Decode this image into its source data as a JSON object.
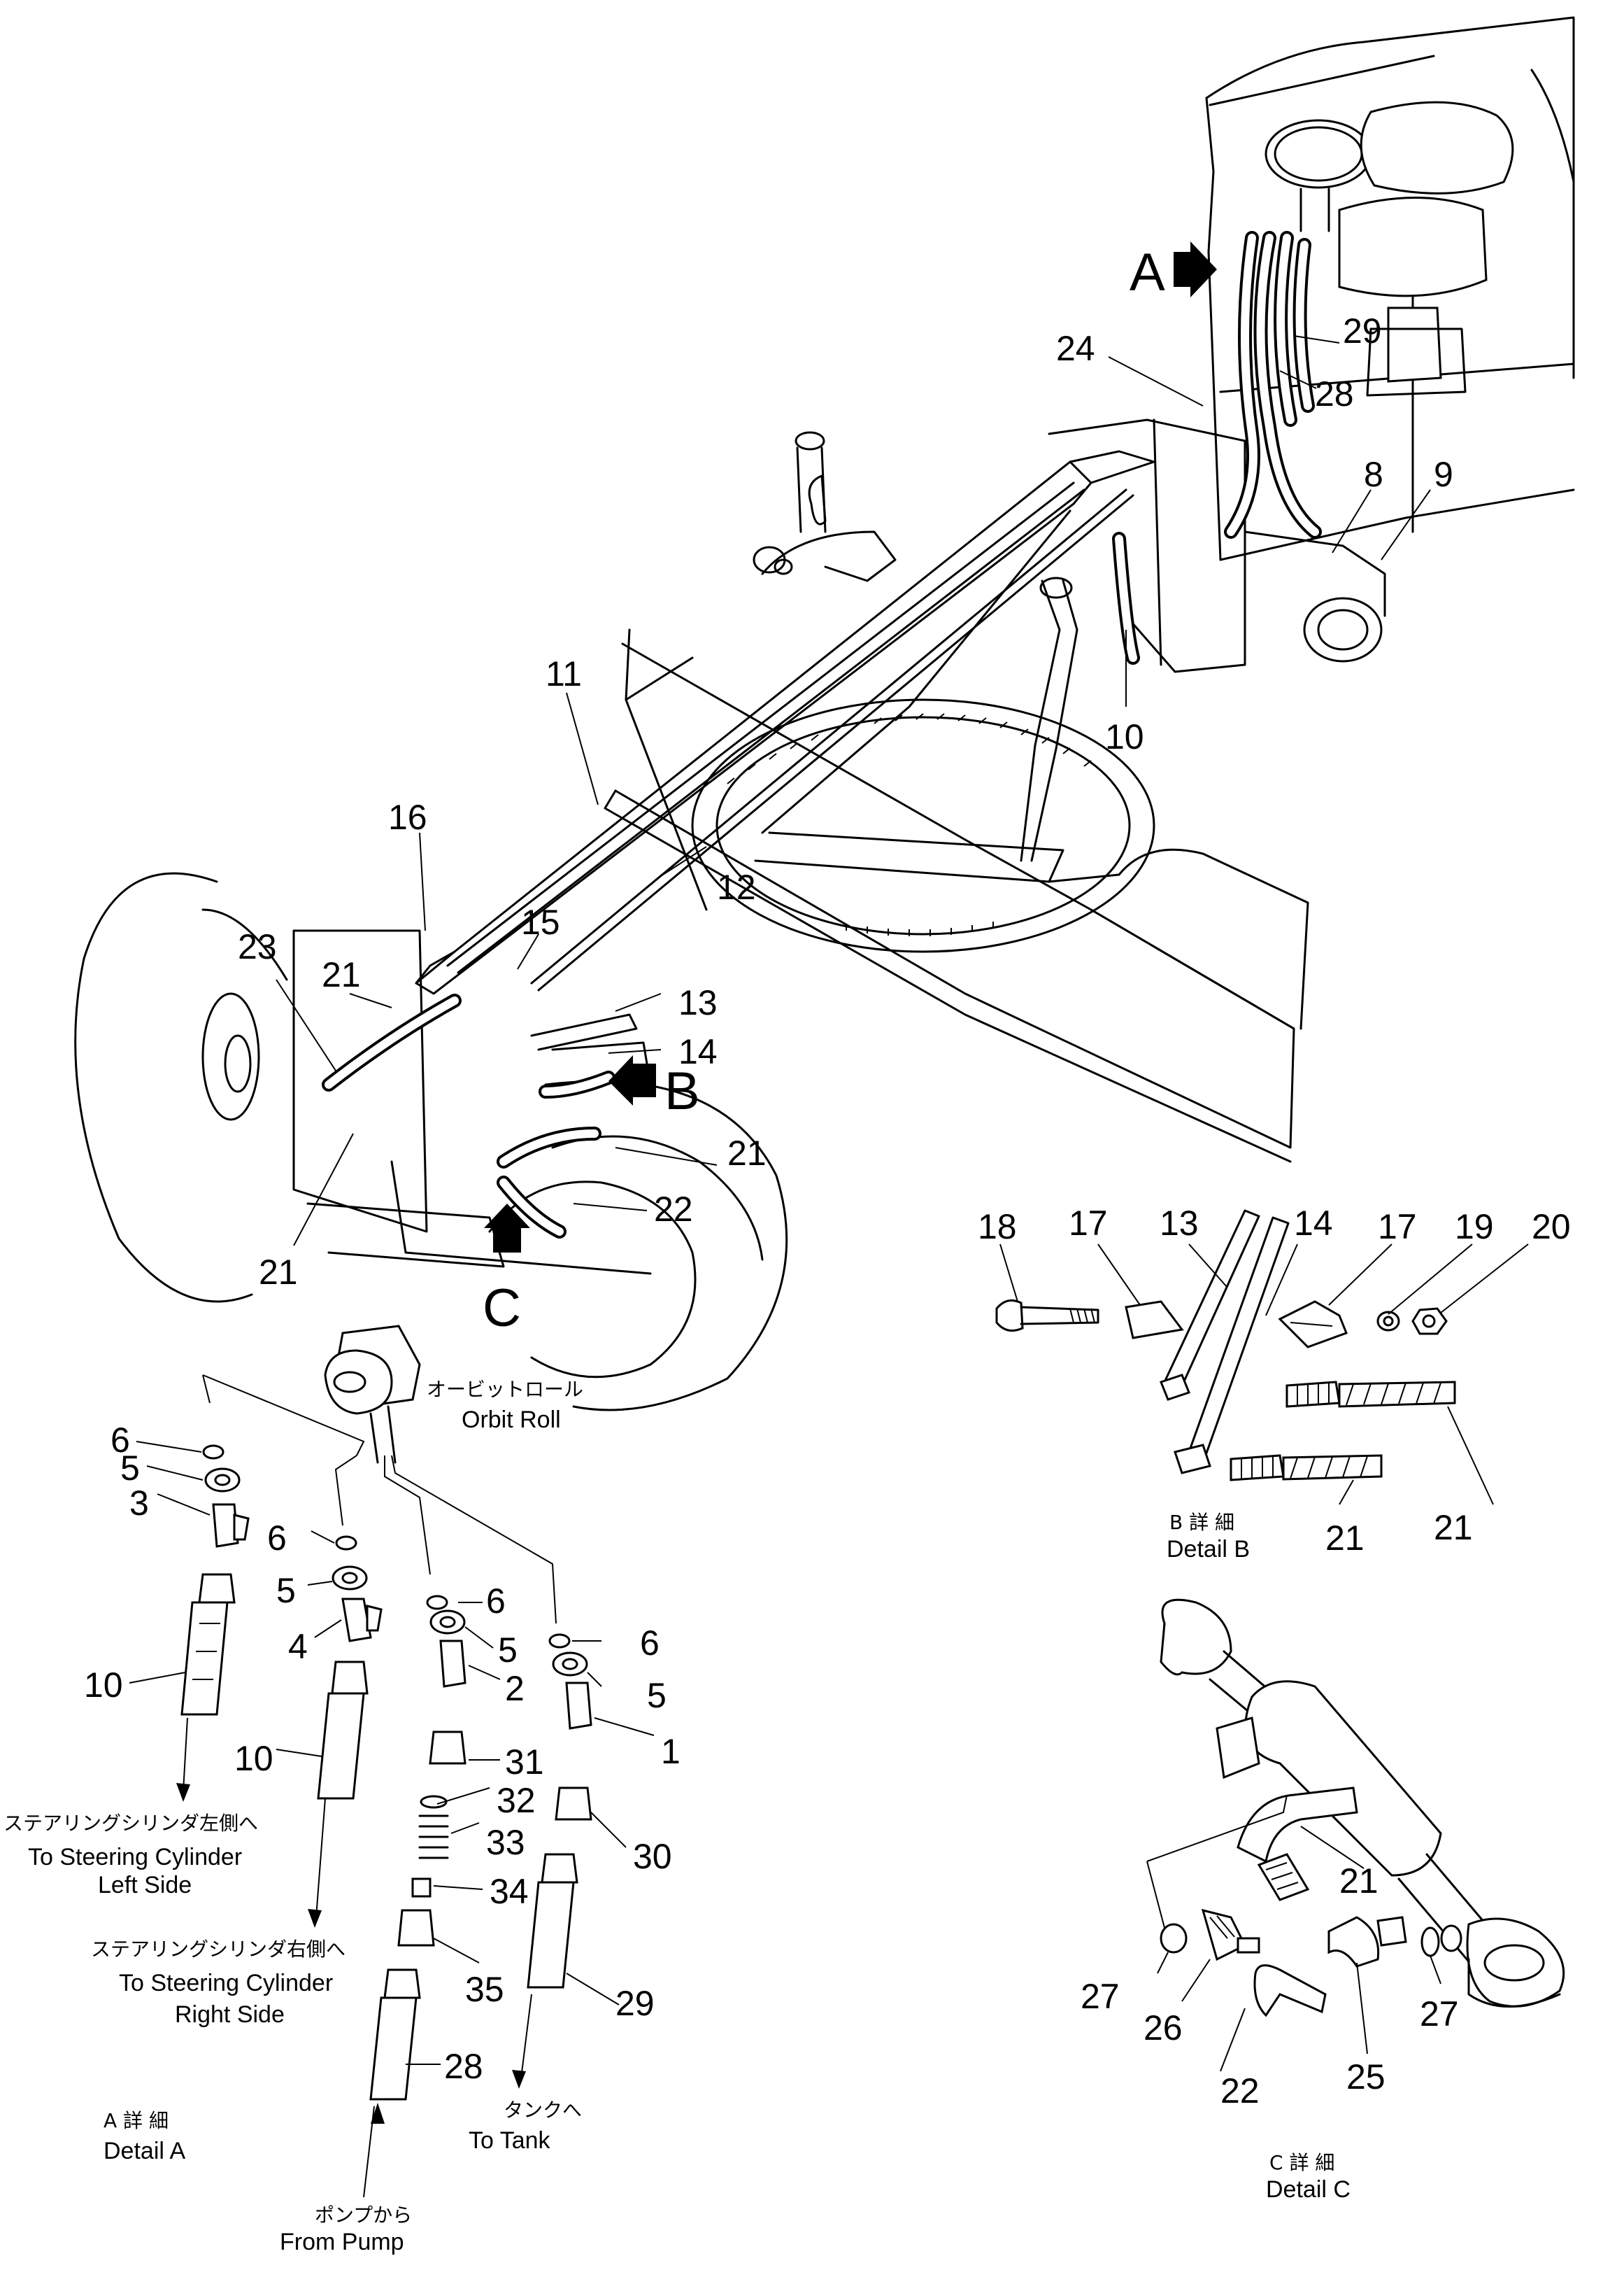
{
  "main_view": {
    "arrows": [
      {
        "key": "A",
        "label": "A"
      },
      {
        "key": "B",
        "label": "B"
      },
      {
        "key": "C",
        "label": "C"
      }
    ],
    "callouts": [
      {
        "id": "m29",
        "label": "29"
      },
      {
        "id": "m24",
        "label": "24"
      },
      {
        "id": "m28",
        "label": "28"
      },
      {
        "id": "m8",
        "label": "8"
      },
      {
        "id": "m9",
        "label": "9"
      },
      {
        "id": "m10",
        "label": "10"
      },
      {
        "id": "m11",
        "label": "11"
      },
      {
        "id": "m16",
        "label": "16"
      },
      {
        "id": "m12",
        "label": "12"
      },
      {
        "id": "m15",
        "label": "15"
      },
      {
        "id": "m23",
        "label": "23"
      },
      {
        "id": "m21a",
        "label": "21"
      },
      {
        "id": "m13",
        "label": "13"
      },
      {
        "id": "m14",
        "label": "14"
      },
      {
        "id": "m21b",
        "label": "21"
      },
      {
        "id": "m22",
        "label": "22"
      },
      {
        "id": "m21c",
        "label": "21"
      }
    ]
  },
  "detail_a": {
    "orbit_roll": {
      "jp": "オービットロール",
      "en": "Orbit Roll"
    },
    "callouts": [
      {
        "id": "a6a",
        "label": "6"
      },
      {
        "id": "a5a",
        "label": "5"
      },
      {
        "id": "a3",
        "label": "3"
      },
      {
        "id": "a6b",
        "label": "6"
      },
      {
        "id": "a5b",
        "label": "5"
      },
      {
        "id": "a4",
        "label": "4"
      },
      {
        "id": "a6c",
        "label": "6"
      },
      {
        "id": "a5c",
        "label": "5"
      },
      {
        "id": "a2",
        "label": "2"
      },
      {
        "id": "a6d",
        "label": "6"
      },
      {
        "id": "a5d",
        "label": "5"
      },
      {
        "id": "a1",
        "label": "1"
      },
      {
        "id": "a10a",
        "label": "10"
      },
      {
        "id": "a10b",
        "label": "10"
      },
      {
        "id": "a31",
        "label": "31"
      },
      {
        "id": "a32",
        "label": "32"
      },
      {
        "id": "a30",
        "label": "30"
      },
      {
        "id": "a33",
        "label": "33"
      },
      {
        "id": "a34",
        "label": "34"
      },
      {
        "id": "a35",
        "label": "35"
      },
      {
        "id": "a29",
        "label": "29"
      },
      {
        "id": "a28",
        "label": "28"
      }
    ],
    "to_left": {
      "jp": "ステアリングシリンダ左側へ",
      "en1": "To Steering Cylinder",
      "en2": "Left Side"
    },
    "to_right": {
      "jp": "ステアリングシリンダ右側へ",
      "en1": "To Steering Cylinder",
      "en2": "Right Side"
    },
    "to_tank": {
      "jp": "タンクへ",
      "en": "To Tank"
    },
    "from_pump": {
      "jp": "ポンプから",
      "en": "From Pump"
    },
    "caption": {
      "jp": "A 詳 細",
      "en": "Detail A"
    }
  },
  "detail_b": {
    "callouts": [
      {
        "id": "b18",
        "label": "18"
      },
      {
        "id": "b17a",
        "label": "17"
      },
      {
        "id": "b13",
        "label": "13"
      },
      {
        "id": "b14",
        "label": "14"
      },
      {
        "id": "b17b",
        "label": "17"
      },
      {
        "id": "b19",
        "label": "19"
      },
      {
        "id": "b20",
        "label": "20"
      },
      {
        "id": "b21a",
        "label": "21"
      },
      {
        "id": "b21b",
        "label": "21"
      }
    ],
    "caption": {
      "jp": "B 詳 細",
      "en": "Detail B"
    }
  },
  "detail_c": {
    "callouts": [
      {
        "id": "c21",
        "label": "21"
      },
      {
        "id": "c27a",
        "label": "27"
      },
      {
        "id": "c26",
        "label": "26"
      },
      {
        "id": "c22",
        "label": "22"
      },
      {
        "id": "c25",
        "label": "25"
      },
      {
        "id": "c27b",
        "label": "27"
      }
    ],
    "caption": {
      "jp": "C 詳 細",
      "en": "Detail C"
    }
  }
}
